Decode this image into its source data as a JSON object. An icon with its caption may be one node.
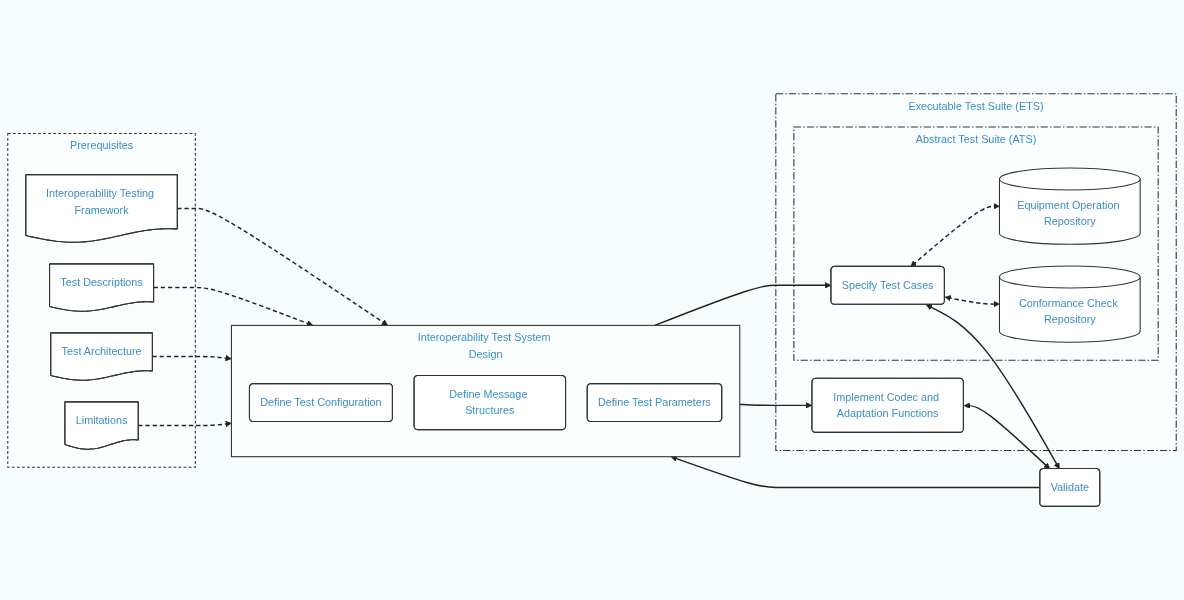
{
  "diagram": {
    "nodes": [
      {
        "text": [
          "Prerequisites"
        ]
      },
      {
        "text": [
          "Interoperability Testing Framework"
        ],
        "in": 0
      },
      {
        "text": [
          "Test Descriptions"
        ],
        "in": 0
      },
      {
        "text": [
          "Test Architecture"
        ],
        "in": 0
      },
      {
        "text": [
          "Limitations"
        ],
        "in": 0
      },
      {
        "text": [
          "Interoperability Test System Design"
        ]
      },
      {
        "text": [
          "Define Test Configuration"
        ],
        "in": 5
      },
      {
        "text": [
          "Define Message Structures"
        ],
        "in": 5
      },
      {
        "text": [
          "Define Test Parameters"
        ],
        "in": 5
      },
      {
        "text": [
          "Executable Test Suite (ETS)"
        ]
      },
      {
        "text": [
          "Abstract Test Suite (ATS)"
        ],
        "in": 9
      },
      {
        "text": [
          "Specify Test Cases"
        ],
        "in": 10
      },
      {
        "text": [
          "Equipment Operation Repository"
        ],
        "in": 10
      },
      {
        "text": [
          "Conformance Check Repository"
        ],
        "in": 10
      },
      {
        "text": [
          "Implement Codec and Adaptation Functions"
        ],
        "in": 9
      },
      {
        "text": [
          "Validate"
        ]
      }
    ],
    "edges": [
      {
        "from": 1,
        "to": 5,
        "arrow": "to",
        "style": "dashed"
      },
      {
        "from": 2,
        "to": 5,
        "arrow": "to",
        "style": "dashed"
      },
      {
        "from": 3,
        "to": 5,
        "arrow": "to",
        "style": "dashed"
      },
      {
        "from": 4,
        "to": 5,
        "arrow": "to",
        "style": "dashed"
      },
      {
        "from": 5,
        "to": 11,
        "arrow": "to"
      },
      {
        "from": 5,
        "to": 14,
        "arrow": "to"
      },
      {
        "from": 11,
        "to": 15,
        "arrow": "both"
      },
      {
        "from": 11,
        "to": 12,
        "arrow": "both",
        "style": "dashed"
      },
      {
        "from": 11,
        "to": 13,
        "arrow": "both",
        "style": "dashed"
      },
      {
        "from": 14,
        "to": 15,
        "arrow": "both"
      },
      {
        "from": 15,
        "to": 5,
        "arrow": "to"
      }
    ]
  }
}
